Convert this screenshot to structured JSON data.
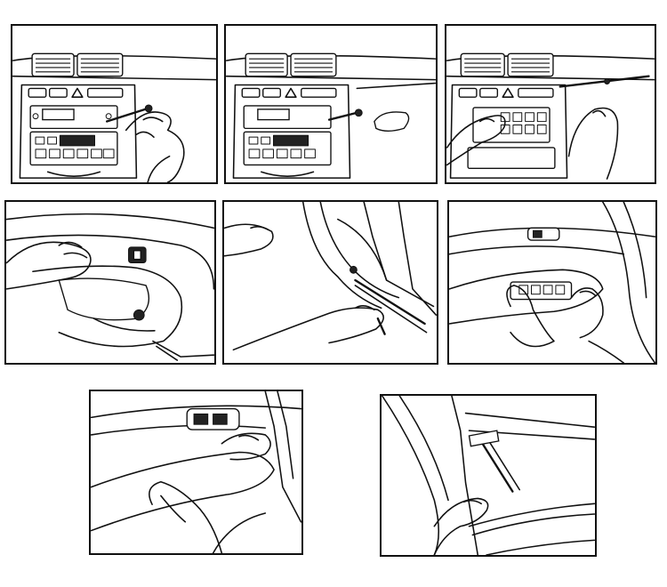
{
  "document": {
    "panels": [
      {
        "id": "1",
        "subject": "dashboard-vent-removal"
      },
      {
        "id": "2",
        "subject": "dashboard-vent-removal-lever"
      },
      {
        "id": "3",
        "subject": "dashboard-switch-panel-removal"
      },
      {
        "id": "4",
        "subject": "door-handle-screw"
      },
      {
        "id": "5",
        "subject": "door-panel-pry"
      },
      {
        "id": "6",
        "subject": "door-switch-panel-removal"
      },
      {
        "id": "7",
        "subject": "door-armrest-removal"
      },
      {
        "id": "8",
        "subject": "door-trim-hammer"
      }
    ]
  }
}
